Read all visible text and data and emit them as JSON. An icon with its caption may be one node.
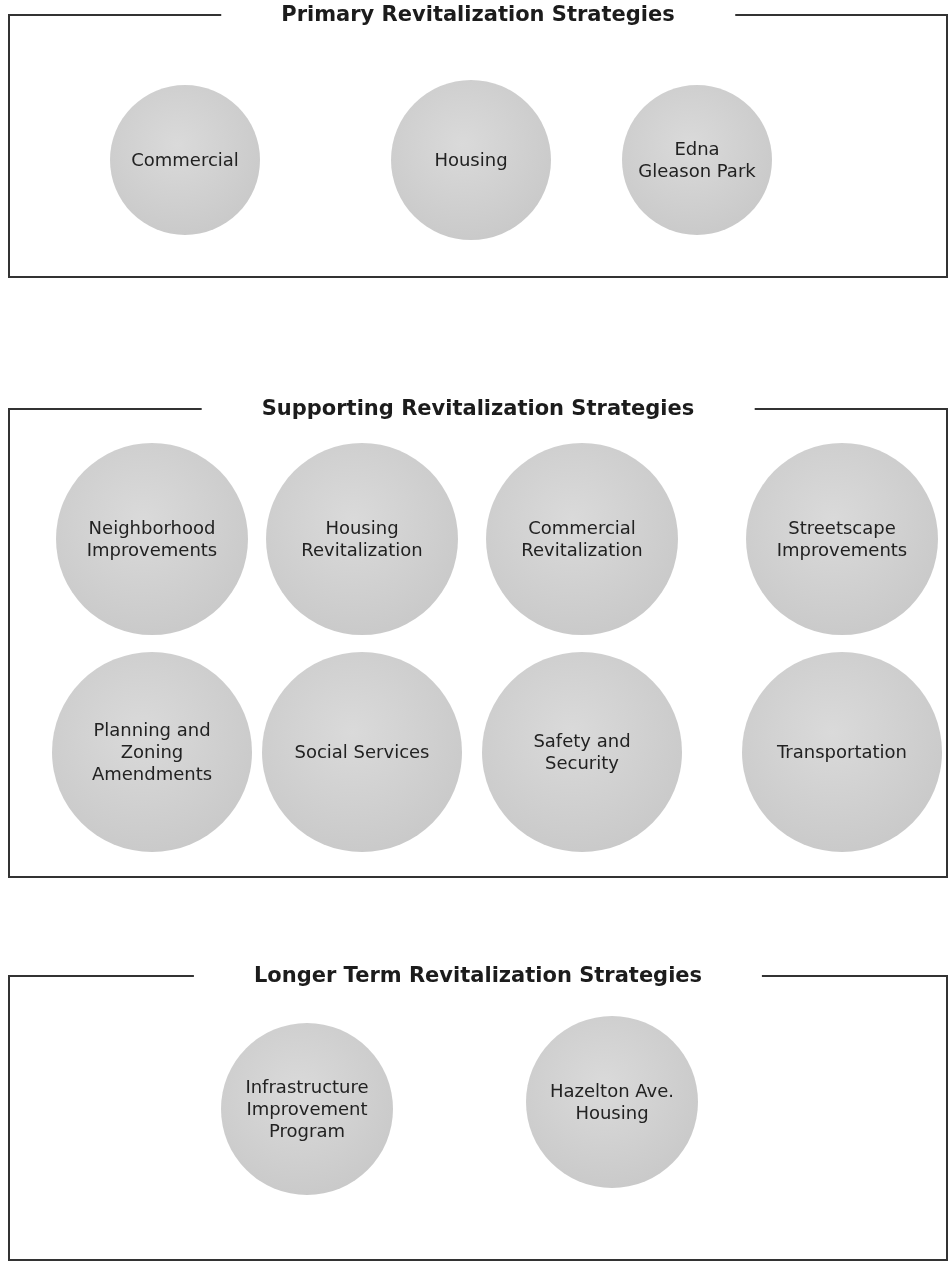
{
  "diagram": {
    "nodes": [
      {
        "text": [
          "Primary Revitalization Strategies"
        ]
      },
      {
        "text": [
          "Commercial"
        ],
        "in": 0
      },
      {
        "text": [
          "Housing"
        ],
        "in": 0
      },
      {
        "text": [
          "Edna Gleason Park"
        ],
        "in": 0
      },
      {
        "text": [
          "Supporting Revitalization Strategies"
        ]
      },
      {
        "text": [
          "Neighborhood Improvements"
        ],
        "in": 4
      },
      {
        "text": [
          "Housing Revitalization"
        ],
        "in": 4
      },
      {
        "text": [
          "Commercial Revitalization"
        ],
        "in": 4
      },
      {
        "text": [
          "Streetscape Improvements"
        ],
        "in": 4
      },
      {
        "text": [
          "Planning and Zoning Amendments"
        ],
        "in": 4
      },
      {
        "text": [
          "Social Services"
        ],
        "in": 4
      },
      {
        "text": [
          "Safety and Security"
        ],
        "in": 4
      },
      {
        "text": [
          "Transportation"
        ],
        "in": 4
      },
      {
        "text": [
          "Longer Term Revitalization Strategies"
        ]
      },
      {
        "text": [
          "Infrastructure Improvement Program"
        ],
        "in": 13
      },
      {
        "text": [
          "Hazelton Ave. Housing"
        ],
        "in": 13
      }
    ]
  }
}
